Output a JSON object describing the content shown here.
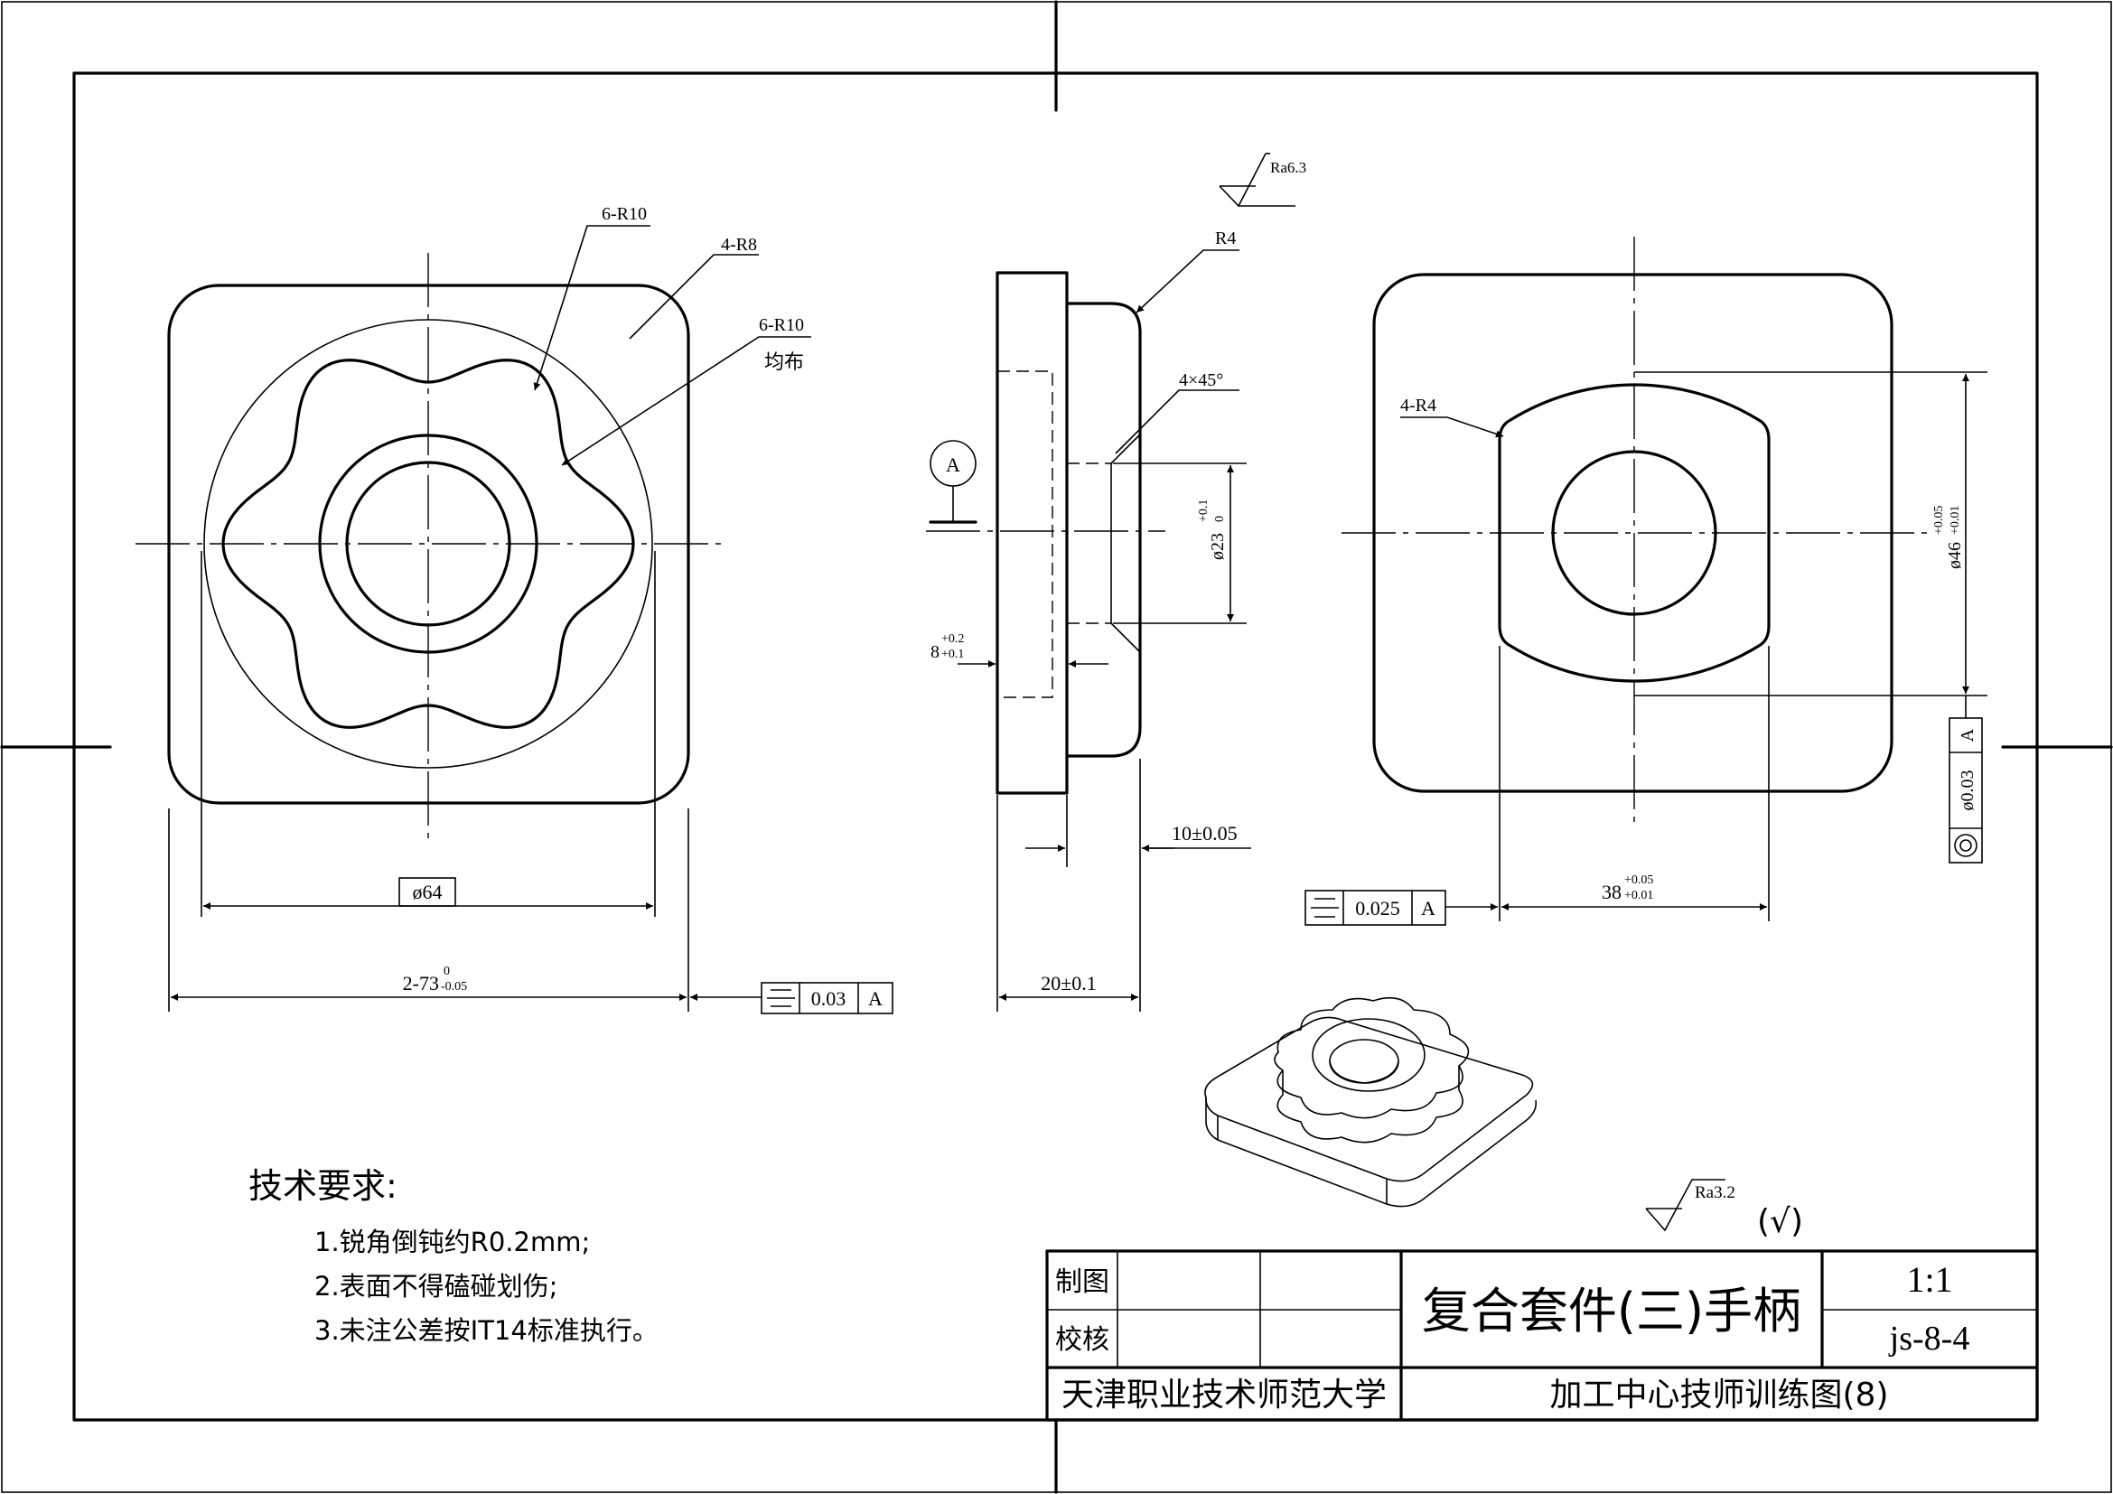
{
  "views": {
    "front": {
      "dims": {
        "r10_a": "6-R10",
        "r8": "4-R8",
        "r10_b": "6-R10",
        "evenly": "均布",
        "dia64": "ø64",
        "width": "2-73",
        "width_upper": "0",
        "width_lower": "-0.05"
      },
      "fcf": {
        "tol": "0.03",
        "datum": "A"
      }
    },
    "side": {
      "roughness": "Ra6.3",
      "r4": "R4",
      "chamfer": "4×45°",
      "datum": "A",
      "bore": "ø23",
      "bore_upper": "+0.1",
      "bore_lower": "0",
      "depth": "8",
      "depth_upper": "+0.2",
      "depth_lower": "+0.1",
      "boss": "10±0.05",
      "thickness": "20±0.1"
    },
    "back": {
      "r4": "4-R4",
      "dia46": "ø46",
      "dia46_upper": "+0.05",
      "dia46_lower": "+0.01",
      "flat": "38",
      "flat_upper": "+0.05",
      "flat_lower": "+0.01",
      "fcf_sym": {
        "tol": "0.025",
        "datum": "A"
      },
      "fcf_conc": {
        "tol": "ø0.03",
        "datum": "A"
      }
    }
  },
  "tech_requirements": {
    "title": "技术要求:",
    "items": [
      "1.锐角倒钝约R0.2mm;",
      "2.表面不得磕碰划伤;",
      "3.未注公差按IT14标准执行。"
    ]
  },
  "general_roughness": {
    "value": "Ra3.2",
    "paren": "(√)"
  },
  "title_block": {
    "draw_label": "制图",
    "check_label": "校核",
    "part_name": "复合套件(三)手柄",
    "scale": "1:1",
    "drawing_no": "js-8-4",
    "school": "天津职业技术师范大学",
    "drawing_title": "加工中心技师训练图(8)"
  }
}
